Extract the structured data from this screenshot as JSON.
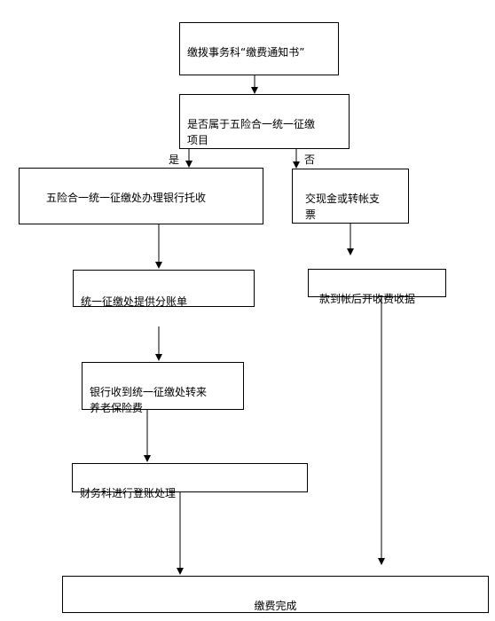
{
  "flowchart": {
    "nodes": {
      "notice": "缴拨事务科“缴费通知书”",
      "decision": "是否属于五险合一统一征缴\n项目",
      "bank_entrust": "五险合一统一征缴处办理银行托收",
      "cash_check": "交现金或转帐支\n票",
      "split_bill": "统一征缴处提供分账单",
      "receipt": "款到帐后开收费收据",
      "bank_receive": "银行收到统一征缴处转来\n养老保险费",
      "finance": "财务科进行登账处理",
      "done": "缴费完成"
    },
    "branches": {
      "yes": "是",
      "no": "否"
    }
  }
}
